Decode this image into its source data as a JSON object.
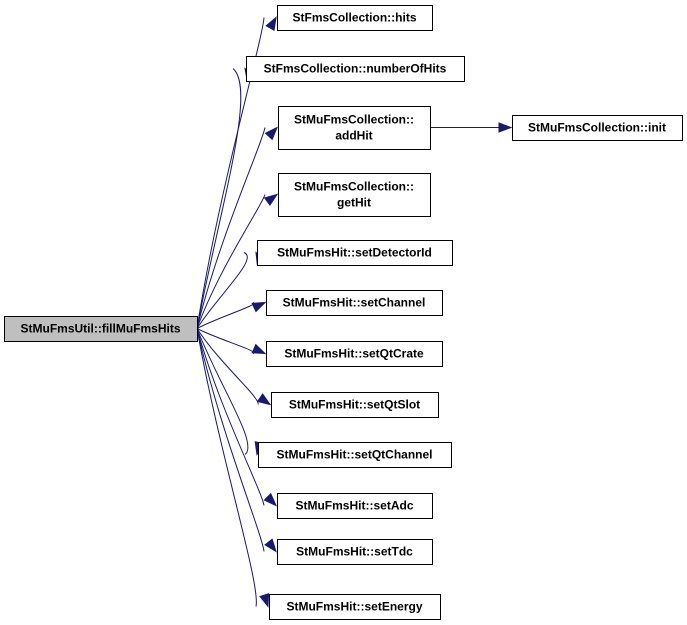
{
  "graph": {
    "kind": "call-graph",
    "colors": {
      "edge": "#191970",
      "root_fill": "#bfbfbf",
      "node_fill": "#ffffff",
      "node_border": "#000000"
    },
    "nodes": [
      {
        "id": "root",
        "lines": [
          "StMuFmsUtil::fillMuFmsHits"
        ],
        "root": true
      },
      {
        "id": "n1",
        "lines": [
          "StFmsCollection::hits"
        ]
      },
      {
        "id": "n2",
        "lines": [
          "StFmsCollection::numberOfHits"
        ]
      },
      {
        "id": "n3",
        "lines": [
          "StMuFmsCollection::",
          "addHit"
        ]
      },
      {
        "id": "n4",
        "lines": [
          "StMuFmsCollection::",
          "getHit"
        ]
      },
      {
        "id": "n5",
        "lines": [
          "StMuFmsHit::setDetectorId"
        ]
      },
      {
        "id": "n6",
        "lines": [
          "StMuFmsHit::setChannel"
        ]
      },
      {
        "id": "n7",
        "lines": [
          "StMuFmsHit::setQtCrate"
        ]
      },
      {
        "id": "n8",
        "lines": [
          "StMuFmsHit::setQtSlot"
        ]
      },
      {
        "id": "n9",
        "lines": [
          "StMuFmsHit::setQtChannel"
        ]
      },
      {
        "id": "n10",
        "lines": [
          "StMuFmsHit::setAdc"
        ]
      },
      {
        "id": "n11",
        "lines": [
          "StMuFmsHit::setTdc"
        ]
      },
      {
        "id": "n12",
        "lines": [
          "StMuFmsHit::setEnergy"
        ]
      },
      {
        "id": "n13",
        "lines": [
          "StMuFmsCollection::init"
        ]
      }
    ],
    "edges": [
      {
        "from": "root",
        "to": "n1"
      },
      {
        "from": "root",
        "to": "n2"
      },
      {
        "from": "root",
        "to": "n3"
      },
      {
        "from": "root",
        "to": "n4"
      },
      {
        "from": "root",
        "to": "n5"
      },
      {
        "from": "root",
        "to": "n6"
      },
      {
        "from": "root",
        "to": "n7"
      },
      {
        "from": "root",
        "to": "n8"
      },
      {
        "from": "root",
        "to": "n9"
      },
      {
        "from": "root",
        "to": "n10"
      },
      {
        "from": "root",
        "to": "n11"
      },
      {
        "from": "root",
        "to": "n12"
      },
      {
        "from": "n3",
        "to": "n13"
      }
    ]
  }
}
